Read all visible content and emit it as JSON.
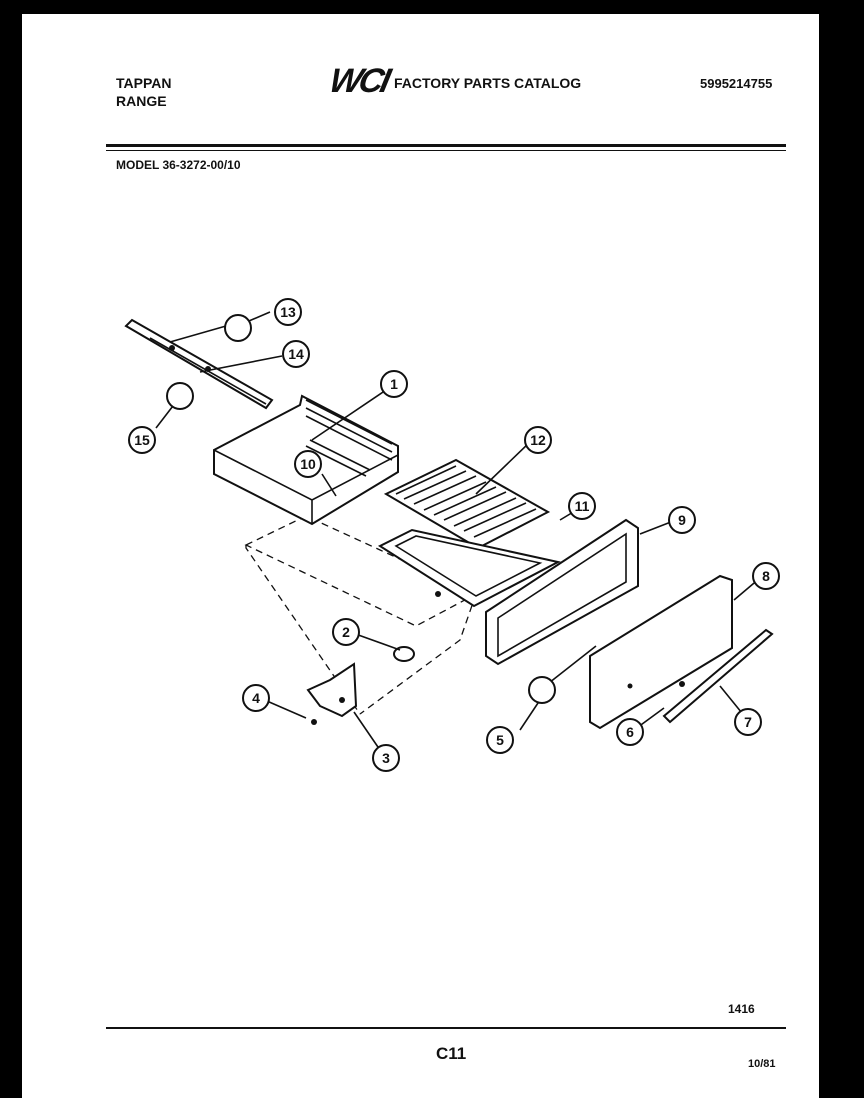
{
  "header": {
    "brand_line1": "TAPPAN",
    "brand_line2": "RANGE",
    "logo_text": "WCI",
    "catalog_title": "FACTORY PARTS CATALOG",
    "catalog_number": "5995214755",
    "model": "MODEL 36-3272-00/10"
  },
  "callouts": [
    {
      "label": "13"
    },
    {
      "label": "14"
    },
    {
      "label": "15"
    },
    {
      "label": "1"
    },
    {
      "label": "10"
    },
    {
      "label": "12"
    },
    {
      "label": "11"
    },
    {
      "label": "9"
    },
    {
      "label": "8"
    },
    {
      "label": "2"
    },
    {
      "label": "4"
    },
    {
      "label": "3"
    },
    {
      "label": "5"
    },
    {
      "label": "6"
    },
    {
      "label": "7"
    }
  ],
  "footer": {
    "code": "1416",
    "page": "C11",
    "date": "10/81"
  },
  "colors": {
    "ink": "#111111",
    "paper": "#ffffff",
    "background": "#000000"
  }
}
